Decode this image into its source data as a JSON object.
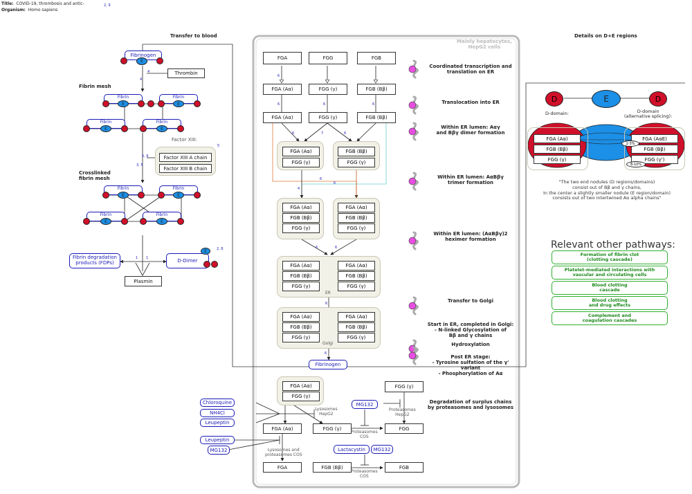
{
  "header": {
    "title_label": "Title:",
    "title_value": "COVID-19, thrombosis and antic-",
    "organism_label": "Organism:",
    "organism_value": "Homo sapiens",
    "refs": "2, 9"
  },
  "left": {
    "transfer_to_blood": "Transfer to blood",
    "fibrinogen": "Fibrinogen",
    "thrombin": "Thrombin",
    "fibrin_mesh": "Fibrin mesh",
    "fibrin": "Fibrin",
    "e": "E",
    "factor_xiii": "Factor XIII:",
    "factor_xiii_a": "Factor XIII A chain",
    "factor_xiii_b": "Factor XIII B chain",
    "crosslinked": [
      "Crosslinked",
      "fibrin mesh"
    ],
    "fdp": [
      "Fibrin degradation",
      "products (FDPs)"
    ],
    "d_dimer": "D-Dimer",
    "plasmin": "Plasmin",
    "refs": {
      "r4": "4",
      "r4b": "4",
      "r5": "5, 6",
      "r5b": "5",
      "r3": "3, 5",
      "r1": "1",
      "r1b": "1",
      "r28": "2, 8"
    }
  },
  "center": {
    "compartment_label": [
      "Mainly hepatocytes,",
      "HepG2 cells"
    ],
    "genes": [
      "FGA",
      "FGG",
      "FGB"
    ],
    "chains": [
      "FGA (Aα)",
      "FGG (γ)",
      "FGB (Bβ)"
    ],
    "er": "ER",
    "golgi": "Golgi",
    "fibrinogen": "Fibrinogen",
    "ref6": "6",
    "ref7": "7",
    "ref4": "4"
  },
  "steps": [
    [
      "Coordinated transcription and",
      "translation on ER"
    ],
    [
      "Translocation into ER"
    ],
    [
      "Within ER lumen: Aαγ",
      "and Bβγ dimer formation"
    ],
    [
      "Within ER lumen: AαBβγ",
      "trimer formation"
    ],
    [
      "Within ER lumen: (AαBβγ)2",
      "heximer formation"
    ],
    [
      "Transfer to Golgi"
    ],
    [
      "Start in ER, completed in Golgi:",
      "- N-linked Glycosylation of",
      "Bβ and γ chains"
    ],
    [
      "Hydroxylation"
    ],
    [
      "Post ER stage:",
      "- Tyrosine sulfation of the γ' variant",
      "- Phosphorylation of Aα"
    ],
    [
      "Degradation of surplus chains",
      "by proteasomes and lysosomes"
    ]
  ],
  "degradation": {
    "drugs": [
      "Chloroquine",
      "NH4Cl",
      "Leupeptin",
      "Leupeptin",
      "MG132",
      "MG132",
      "Lactacystin",
      "MG132"
    ],
    "lysosomes_hepg2": [
      "Lysosomes",
      "HepG2"
    ],
    "proteasomes_hepg2": [
      "Proteasomes",
      "HepG2"
    ],
    "proteasomes_cos": [
      "Proteasomes",
      "COS"
    ],
    "lyso_proteasomes_cos": [
      "Lysosomes and",
      "proteasomes COS"
    ],
    "products": [
      "FGA",
      "FGB",
      "FGG"
    ]
  },
  "details": {
    "title": "Details on D+E regions",
    "d": "D",
    "e": "E",
    "d_domain": "D-domain:",
    "d_domain_alt": [
      "D-domain",
      "(alternative splicing):"
    ],
    "left_chains": [
      "FGA (Aα)",
      "FGB (Bβ)",
      "FGG (γ)"
    ],
    "right_chains": [
      "FGA (AαE)",
      "FGB (Bβ)",
      "FGG (γ')"
    ],
    "pct1": "1-3%",
    "pct2": "8-10%",
    "quote": [
      "\"The two end nodules (D regions/domains)",
      "consist out of Bβ and γ chains,",
      "In the center a slightly smaller nodule (E region/domain)",
      "consists out of two intertwined Aα alpha chains\""
    ]
  },
  "pathways": {
    "title": "Relevant other pathways:",
    "items": [
      [
        "Formation of fibrin clot",
        "(clotting cascade)"
      ],
      [
        "Platelet-mediated interactions with",
        "vascular and circulating cells"
      ],
      [
        "Blood clotting",
        "cascade"
      ],
      [
        "Blood clotting",
        "and drug effects"
      ],
      [
        "Complement and",
        "coagulation cascades"
      ]
    ]
  }
}
